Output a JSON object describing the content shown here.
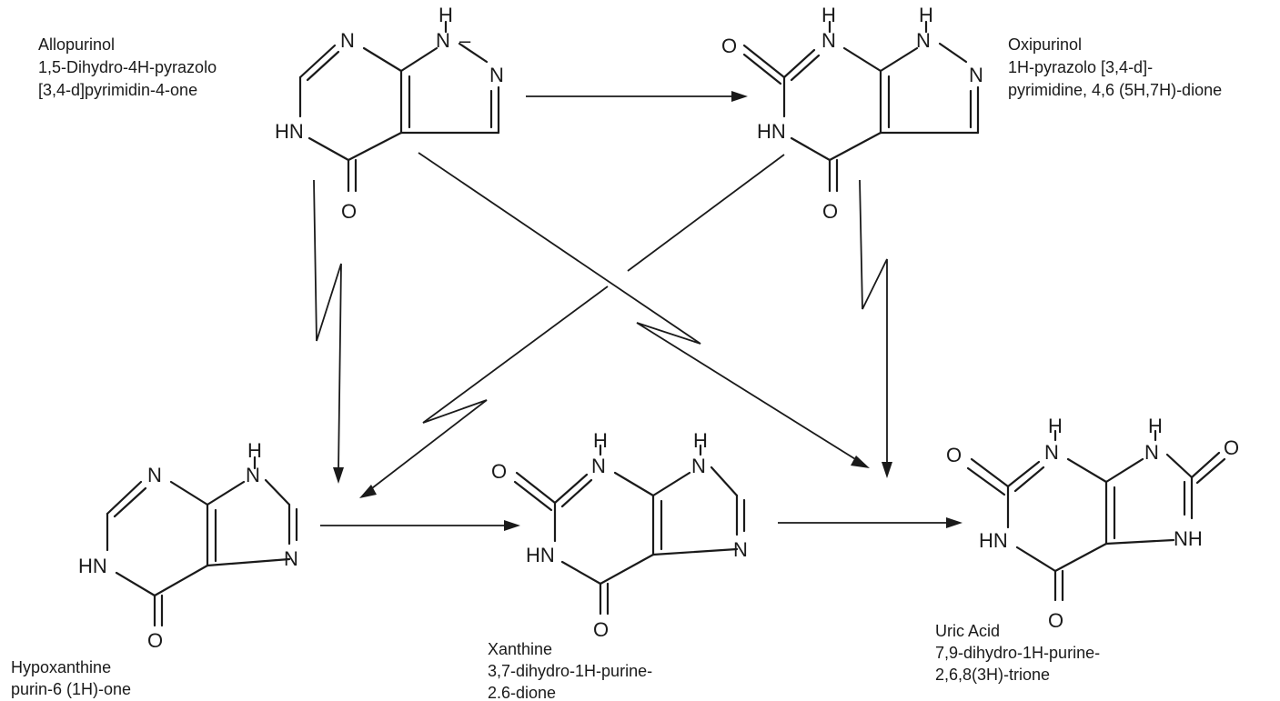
{
  "compounds": {
    "allopurinol": {
      "name": "Allopurinol",
      "iupac_line1": "1,5-Dihydro-4H-pyrazolo",
      "iupac_line2": "[3,4-d]pyrimidin-4-one"
    },
    "oxipurinol": {
      "name": "Oxipurinol",
      "iupac_line1": "1H-pyrazolo [3,4-d]-",
      "iupac_line2": "pyrimidine, 4,6 (5H,7H)-dione"
    },
    "hypoxanthine": {
      "name": "Hypoxanthine",
      "iupac_line1": "purin-6 (1H)-one"
    },
    "xanthine": {
      "name": "Xanthine",
      "iupac_line1": "3,7-dihydro-1H-purine-",
      "iupac_line2": "2.6-dione"
    },
    "uric_acid": {
      "name": "Uric Acid",
      "iupac_line1": "7,9-dihydro-1H-purine-",
      "iupac_line2": "2,6,8(3H)-trione"
    }
  },
  "atoms": {
    "N": "N",
    "H": "H",
    "HN": "HN",
    "NH": "NH",
    "O": "O"
  }
}
